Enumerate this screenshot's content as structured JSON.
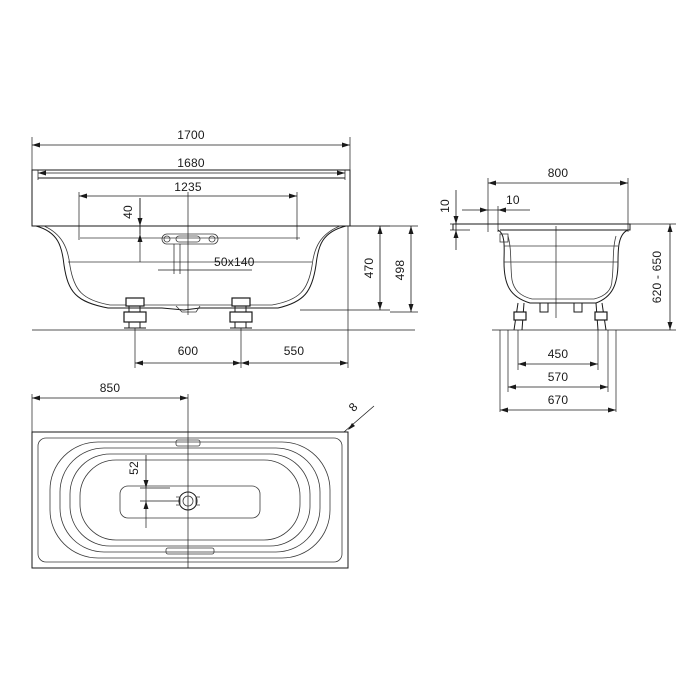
{
  "front_view": {
    "dims": {
      "overall_length": "1700",
      "inner_length": "1680",
      "bottom_length": "1235",
      "overflow_offset": "40",
      "overflow_size": "50x140",
      "height_rim": "470",
      "height_total": "498",
      "foot_spacing": "600",
      "foot_to_end": "550"
    }
  },
  "side_view": {
    "dims": {
      "overall_width": "800",
      "rim_width": "10",
      "rim_thickness": "10",
      "foot_inner": "450",
      "foot_outer": "570",
      "base_width": "670",
      "height_range": "620 - 650"
    }
  },
  "top_view": {
    "dims": {
      "half_length": "850",
      "rim": "8",
      "drain_offset": "52"
    }
  }
}
